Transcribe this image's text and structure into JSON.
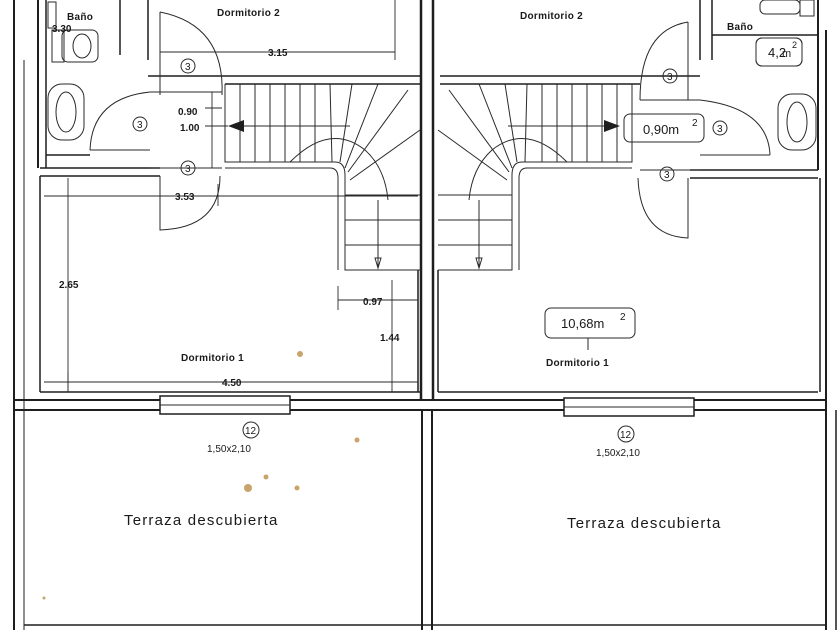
{
  "rooms": {
    "left_bano": "Baño",
    "right_bano": "Baño",
    "left_dorm2": "Dormitorio 2",
    "right_dorm2": "Dormitorio 2",
    "left_dorm1": "Dormitorio 1",
    "right_dorm1": "Dormitorio 1",
    "left_terraza": "Terraza descubierta",
    "right_terraza": "Terraza descubierta"
  },
  "dimensions": {
    "d_330": "3.30",
    "d_315": "3.15",
    "d_090": "0.90",
    "d_100": "1.00",
    "d_353": "3.53",
    "d_265": "2.65",
    "d_097": "0.97",
    "d_144": "1.44",
    "d_450": "4.50"
  },
  "areas": {
    "landing": "0,90m",
    "bath_right": "4,2",
    "bath_right_suffix": "m",
    "dorm1_right": "10,68m",
    "superscript": "2"
  },
  "doors": {
    "marker_small": "3",
    "marker_large": "12",
    "window_left": "1,50x2,10",
    "window_right": "1,50x2,10"
  },
  "colors": {
    "line": "#1e1e1e",
    "stain": "#c9a46a"
  }
}
